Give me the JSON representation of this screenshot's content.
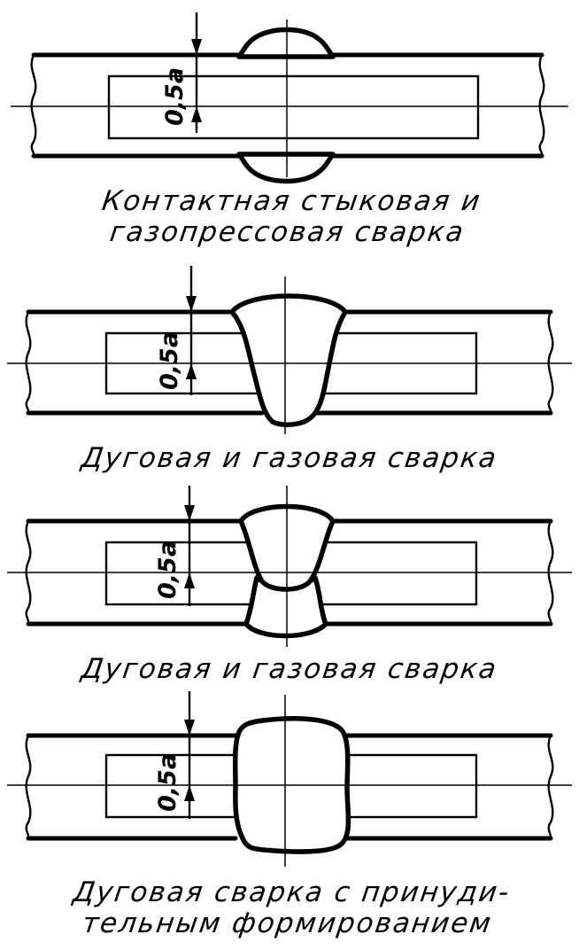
{
  "dimension_label": "0,5a",
  "diagrams": [
    {
      "caption": "Контактная стыковая и\nгазопрессовая сварка"
    },
    {
      "caption": "Дуговая и газовая сварка"
    },
    {
      "caption": "Дуговая и газовая сварка"
    },
    {
      "caption": "Дуговая сварка с принуди-\nтельным формированием"
    }
  ]
}
